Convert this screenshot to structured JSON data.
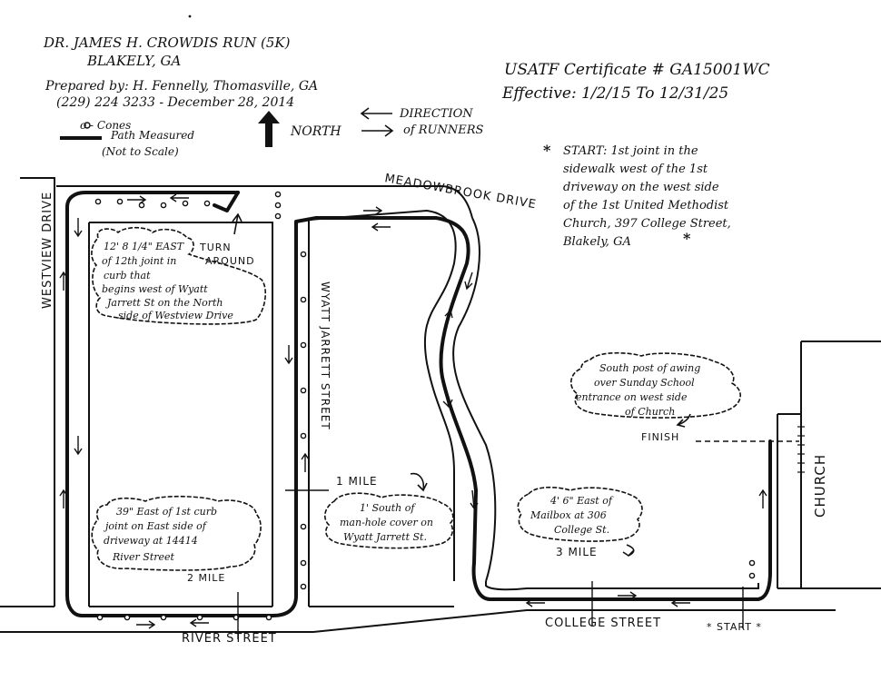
{
  "header": {
    "title_line1": "DR. JAMES H. CROWDIS RUN (5K)",
    "title_line2": "BLAKELY, GA",
    "prepared_line1": "Prepared by: H. Fennelly, Thomasville, GA",
    "prepared_line2": "(229) 224 3233 - December 28, 2014",
    "certificate": "USATF Certificate # GA15001WC",
    "effective": "Effective: 1/2/15 To 12/31/25"
  },
  "legend": {
    "cones": "o - Cones",
    "path_line1": "Path Measured",
    "path_line2": "(Not to Scale)",
    "north": "NORTH",
    "direction_line1": "DIRECTION",
    "direction_line2": "of RUNNERS"
  },
  "start_note": {
    "line1": "START: 1st joint in the",
    "line2": "sidewalk west of the 1st",
    "line3": "driveway on the west side",
    "line4": "of the 1st United Methodist",
    "line5": "Church, 397 College Street,",
    "line6": "Blakely, GA"
  },
  "streets": {
    "westview": "WESTVIEW DRIVE",
    "wyatt": "WYATT JARRETT STREET",
    "meadowbrook": "MEADOWBROOK DRIVE",
    "river": "RIVER STREET",
    "college": "COLLEGE STREET",
    "church": "CHURCH"
  },
  "notes": {
    "turnaround_line1": "12' 8 1/4\" EAST",
    "turnaround_line2": "of 12th joint in",
    "turnaround_line3": "curb that",
    "turnaround_line4": "begins west of Wyatt",
    "turnaround_line5": "Jarrett St on the North",
    "turnaround_line6": "side of Westview Drive",
    "turn_around_1": "TURN",
    "turn_around_2": "AROUND",
    "two_mile_line1": "39\" East of 1st curb",
    "two_mile_line2": "joint on East side of",
    "two_mile_line3": "driveway at 14414",
    "two_mile_line4": "River Street",
    "one_mile_line1": "1' South of",
    "one_mile_line2": "man-hole cover on",
    "one_mile_line3": "Wyatt Jarrett St.",
    "three_mile_line1": "4' 6\" East of",
    "three_mile_line2": "Mailbox at 306",
    "three_mile_line3": "College St.",
    "finish_line1": "South post of awing",
    "finish_line2": "over Sunday School",
    "finish_line3": "entrance on west side",
    "finish_line4": "of Church"
  },
  "markers": {
    "one_mile": "1 MILE",
    "two_mile": "2 MILE",
    "three_mile": "3 MILE",
    "finish": "FINISH",
    "start": "* START *"
  },
  "colors": {
    "ink": "#111111",
    "paper": "#ffffff"
  },
  "icons": [
    "north-arrow-icon",
    "direction-arrow-left-icon",
    "direction-arrow-right-icon",
    "start-star-icon",
    "cone-icon"
  ]
}
